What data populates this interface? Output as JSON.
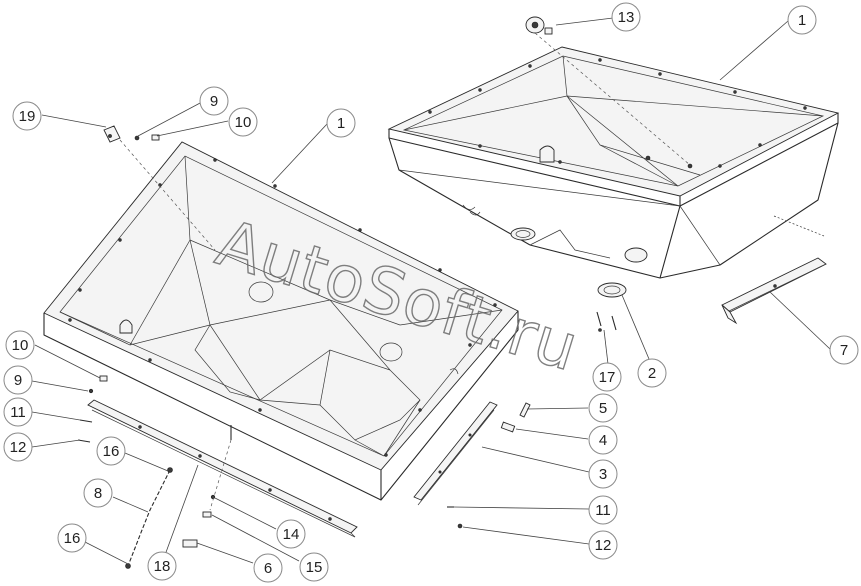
{
  "watermark": "AutoSoft.ru",
  "callouts": [
    {
      "id": "c-13",
      "label": "13"
    },
    {
      "id": "c-1a",
      "label": "1"
    },
    {
      "id": "c-19",
      "label": "19"
    },
    {
      "id": "c-9a",
      "label": "9"
    },
    {
      "id": "c-10a",
      "label": "10"
    },
    {
      "id": "c-1b",
      "label": "1"
    },
    {
      "id": "c-7",
      "label": "7"
    },
    {
      "id": "c-10b",
      "label": "10"
    },
    {
      "id": "c-9b",
      "label": "9"
    },
    {
      "id": "c-11a",
      "label": "11"
    },
    {
      "id": "c-12a",
      "label": "12"
    },
    {
      "id": "c-16a",
      "label": "16"
    },
    {
      "id": "c-8",
      "label": "8"
    },
    {
      "id": "c-16b",
      "label": "16"
    },
    {
      "id": "c-18",
      "label": "18"
    },
    {
      "id": "c-6",
      "label": "6"
    },
    {
      "id": "c-15",
      "label": "15"
    },
    {
      "id": "c-14",
      "label": "14"
    },
    {
      "id": "c-2",
      "label": "2"
    },
    {
      "id": "c-17",
      "label": "17"
    },
    {
      "id": "c-5",
      "label": "5"
    },
    {
      "id": "c-4",
      "label": "4"
    },
    {
      "id": "c-3",
      "label": "3"
    },
    {
      "id": "c-11b",
      "label": "11"
    },
    {
      "id": "c-12b",
      "label": "12"
    }
  ]
}
